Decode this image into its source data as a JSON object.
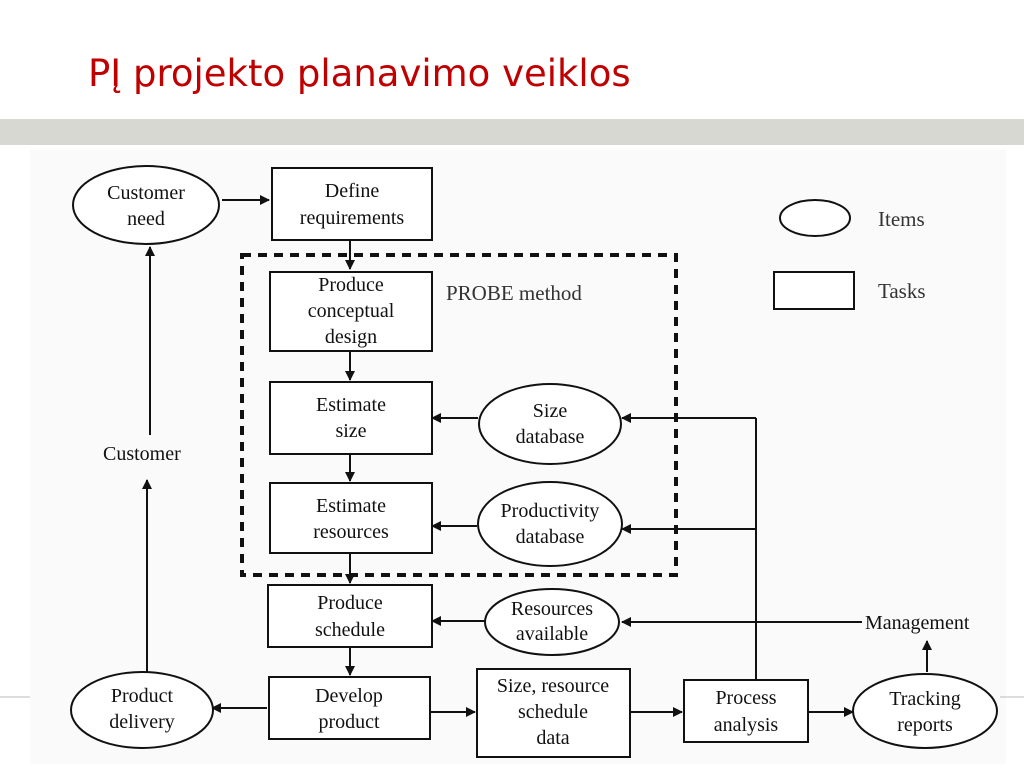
{
  "slide": {
    "title": "PĮ projekto planavimo veiklos"
  },
  "items": {
    "customer_need": [
      "Customer",
      "need"
    ],
    "size_database": [
      "Size",
      "database"
    ],
    "productivity_database": [
      "Productivity",
      "database"
    ],
    "resources_available": [
      "Resources",
      "available"
    ],
    "product_delivery": [
      "Product",
      "delivery"
    ],
    "tracking_reports": [
      "Tracking",
      "reports"
    ]
  },
  "tasks": {
    "define_requirements": [
      "Define",
      "requirements"
    ],
    "produce_conceptual_design": [
      "Produce",
      "conceptual",
      "design"
    ],
    "estimate_size": [
      "Estimate",
      "size"
    ],
    "estimate_resources": [
      "Estimate",
      "resources"
    ],
    "produce_schedule": [
      "Produce",
      "schedule"
    ],
    "develop_product": [
      "Develop",
      "product"
    ],
    "size_resource_schedule_data": [
      "Size, resource",
      "schedule",
      "data"
    ],
    "process_analysis": [
      "Process",
      "analysis"
    ]
  },
  "labels": {
    "customer": "Customer",
    "management": "Management",
    "probe_method": "PROBE method"
  },
  "legend": {
    "items": "Items",
    "tasks": "Tasks"
  }
}
